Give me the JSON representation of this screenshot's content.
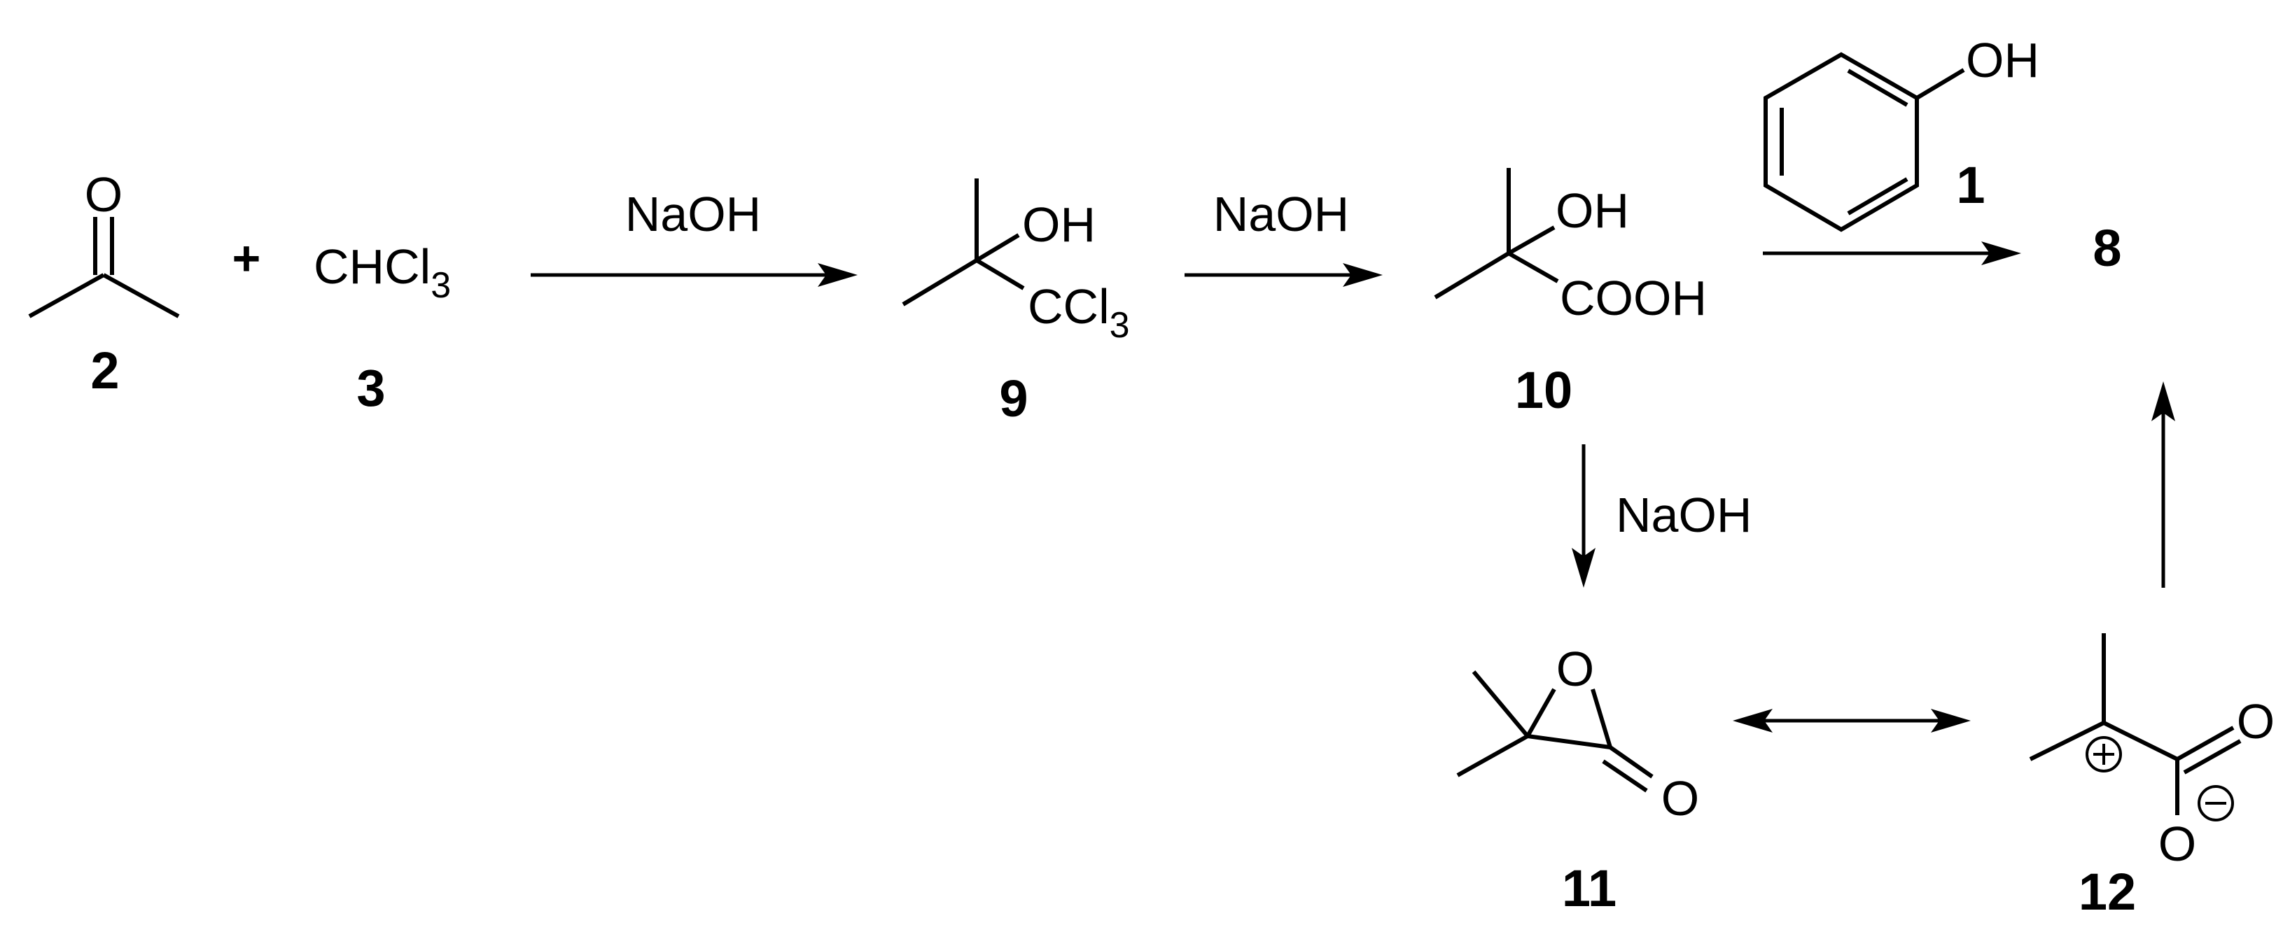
{
  "compounds": {
    "acetone": {
      "number": "2",
      "atoms": {
        "o": "O"
      }
    },
    "chloroform": {
      "number": "3",
      "formula": "CHCl",
      "subscript": "3"
    },
    "plus": "+",
    "trichloro_alcohol": {
      "number": "9",
      "oh": "OH",
      "ccl": "CCl",
      "subscript": "3"
    },
    "hydroxy_acid": {
      "number": "10",
      "oh": "OH",
      "cooh": "COOH"
    },
    "phenol": {
      "number": "1",
      "oh": "OH"
    },
    "product": {
      "number": "8"
    },
    "lactone": {
      "number": "11",
      "ring_o": "O",
      "carbonyl_o": "O"
    },
    "zwitterion": {
      "number": "12",
      "carbonyl_o": "O",
      "oxide_o": "O"
    }
  },
  "reagents": {
    "step_2_3_to_9": "NaOH",
    "step_9_to_10": "NaOH",
    "step_10_to_11": "NaOH"
  }
}
